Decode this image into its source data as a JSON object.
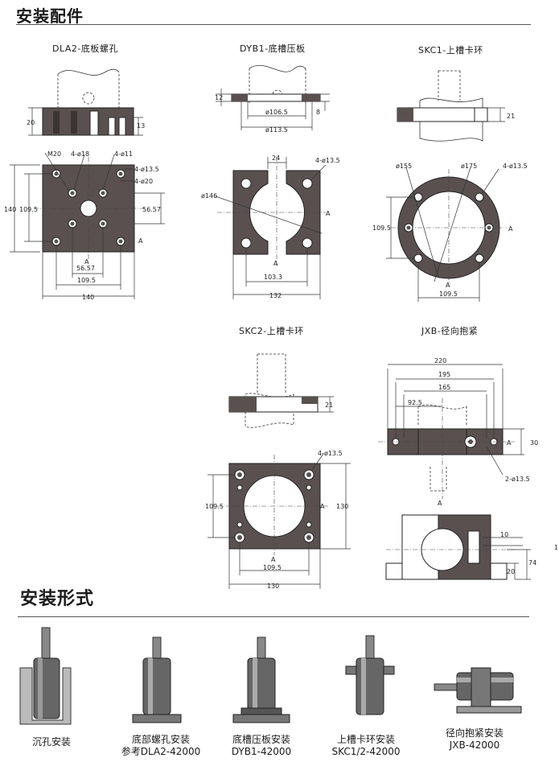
{
  "sections": {
    "accessories": "安装配件",
    "install_types": "安装形式"
  },
  "parts": {
    "dla2": {
      "title": "DLA2-底板螺孔",
      "d_20": "20",
      "d_13": "13",
      "m20": "M20",
      "h18": "4-ø18",
      "h11": "4-ø11",
      "h135": "4-ø13.5",
      "h20": "4-ø20",
      "d_140v": "140",
      "d_1095v": "109.5",
      "d_5657r": "56.57",
      "d_5657b": "56.57",
      "d_1095h": "109.5",
      "d_140h": "140",
      "a": "A"
    },
    "dyb1": {
      "title": "DYB1-底槽压板",
      "d_12": "12",
      "d_8": "8",
      "d_1065": "ø106.5",
      "d_1135": "ø113.5",
      "d_24": "24",
      "h135": "4-ø13.5",
      "d_146": "ø146",
      "d_1033": "103.3",
      "d_132": "132",
      "a": "A"
    },
    "skc1": {
      "title": "SKC1-上槽卡环",
      "d_21": "21",
      "d_155": "ø155",
      "d_175": "ø175",
      "h135": "4-ø13.5",
      "d_1095v": "109.5",
      "d_1095h": "109.5",
      "a": "A"
    },
    "skc2": {
      "title": "SKC2-上槽卡环",
      "d_21": "21",
      "h135": "4-ø13.5",
      "d_1095v": "109.5",
      "d_130v": "130",
      "d_1095h": "109.5",
      "d_130h": "130",
      "a": "A"
    },
    "jxb": {
      "title": "JXB-径向抱紧",
      "d_220": "220",
      "d_195": "195",
      "d_165": "165",
      "d_925": "92.5",
      "d_30": "30",
      "h135": "2-ø13.5",
      "d_10": "10",
      "d_74": "74",
      "d_20": "20",
      "d_1": "1",
      "a": "A"
    }
  },
  "installs": [
    {
      "line1": "沉孔安装",
      "line2": ""
    },
    {
      "line1": "底部螺孔安装",
      "line2": "参考DLA2-42000"
    },
    {
      "line1": "底槽压板安装",
      "line2": "DYB1-42000"
    },
    {
      "line1": "上槽卡环安装",
      "line2": "SKC1/2-42000"
    },
    {
      "line1": "径向抱紧安装",
      "line2": "JXB-42000"
    }
  ]
}
